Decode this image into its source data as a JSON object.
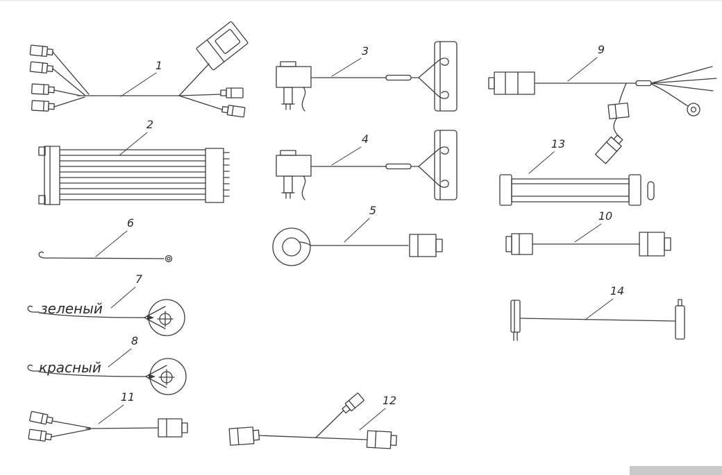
{
  "page": {
    "type": "technical-parts-diagram",
    "background": "#ffffff",
    "line_color": "#3b3b3b",
    "footer_bar_color": "#c9c9c9"
  },
  "diagram": {
    "items": [
      {
        "number": "1"
      },
      {
        "number": "2"
      },
      {
        "number": "3"
      },
      {
        "number": "4"
      },
      {
        "number": "5"
      },
      {
        "number": "6"
      },
      {
        "number": "7"
      },
      {
        "number": "8"
      },
      {
        "number": "9"
      },
      {
        "number": "10"
      },
      {
        "number": "11"
      },
      {
        "number": "12"
      },
      {
        "number": "13"
      },
      {
        "number": "14"
      }
    ],
    "wire_color_labels": {
      "green": "зеленый",
      "red": "красный"
    }
  }
}
